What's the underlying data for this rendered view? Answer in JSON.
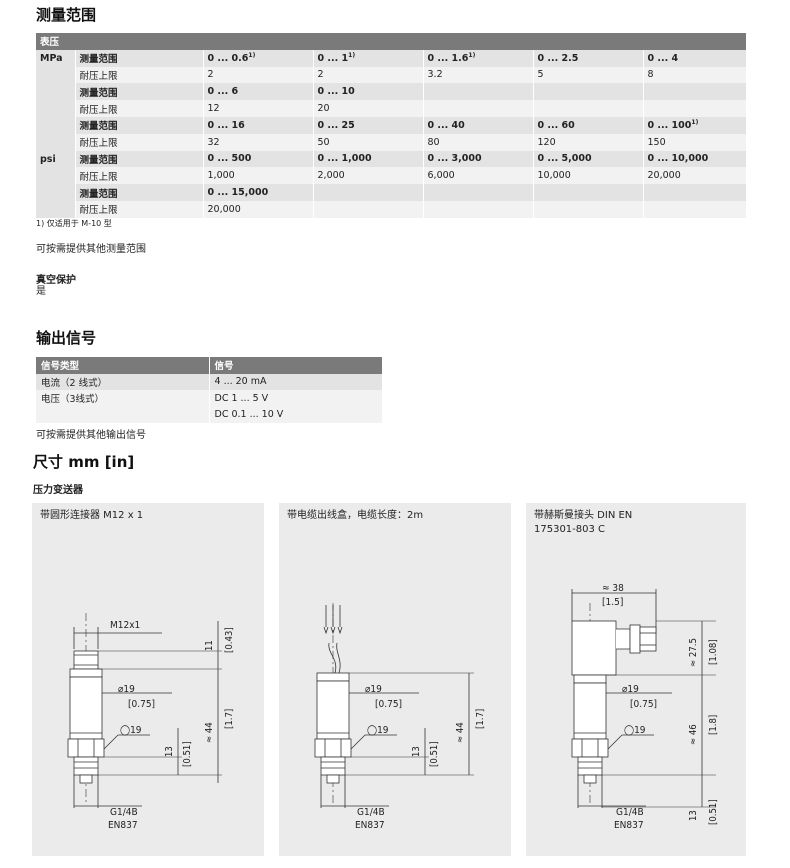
{
  "sections": {
    "range_title": "测量范围",
    "output_title": "输出信号",
    "dimensions_title": "尺寸 mm [in]",
    "transmitter_title": "压力变送器"
  },
  "pressure_table": {
    "header": "表压",
    "label_range": "测量范围",
    "label_overload": "耐压上限",
    "units": [
      "MPa",
      "psi"
    ],
    "rows": [
      {
        "type": "range",
        "unit": "MPa",
        "cells": [
          "0 ... 0.6",
          "0 ... 1",
          "0 ... 1.6",
          "0 ... 2.5",
          "0 ... 4"
        ],
        "sup": [
          "1)",
          "1)",
          "1)",
          "",
          ""
        ]
      },
      {
        "type": "overload",
        "cells": [
          "2",
          "2",
          "3.2",
          "5",
          "8"
        ]
      },
      {
        "type": "range",
        "cells": [
          "0 ... 6",
          "0 ... 10",
          "",
          "",
          ""
        ],
        "sup": [
          "",
          "",
          "",
          "",
          ""
        ]
      },
      {
        "type": "overload",
        "cells": [
          "12",
          "20",
          "",
          "",
          ""
        ]
      },
      {
        "type": "range",
        "cells": [
          "0 ... 16",
          "0 ... 25",
          "0 ... 40",
          "0 ... 60",
          "0 ... 100"
        ],
        "sup": [
          "",
          "",
          "",
          "",
          "1)"
        ]
      },
      {
        "type": "overload",
        "cells": [
          "32",
          "50",
          "80",
          "120",
          "150"
        ]
      },
      {
        "type": "range",
        "unit": "psi",
        "cells": [
          "0 ... 500",
          "0 ... 1,000",
          "0 ... 3,000",
          "0 ... 5,000",
          "0 ... 10,000"
        ],
        "sup": [
          "",
          "",
          "",
          "",
          ""
        ]
      },
      {
        "type": "overload",
        "cells": [
          "1,000",
          "2,000",
          "6,000",
          "10,000",
          "20,000"
        ]
      },
      {
        "type": "range",
        "cells": [
          "0 ... 15,000",
          "",
          "",
          "",
          ""
        ],
        "sup": [
          "",
          "",
          "",
          "",
          ""
        ]
      },
      {
        "type": "overload",
        "cells": [
          "20,000",
          "",
          "",
          "",
          ""
        ]
      }
    ],
    "footnote": "1) 仅适用于 M-10 型"
  },
  "notes": {
    "other_ranges": "可按需提供其他测量范围",
    "vacuum_title": "真空保护",
    "vacuum_value": "是",
    "other_outputs": "可按需提供其他输出信号"
  },
  "output_table": {
    "col1": "信号类型",
    "col2": "信号",
    "rows": [
      [
        "电流（2 线式）",
        "4 ... 20 mA"
      ],
      [
        "电压（3线式）",
        "DC 1 ... 5 V"
      ],
      [
        "",
        "DC 0.1 ... 10 V"
      ]
    ]
  },
  "drawings": [
    {
      "caption": "带圆形连接器 M12 x 1",
      "thread_label": "M12x1",
      "dia": "⌀19",
      "dia_in": "[0.75]",
      "wrench": "◯19",
      "h_top": "11",
      "h_top_in": "[0.43]",
      "h_total": "≈ 44",
      "h_total_in": "[1.7]",
      "h_low": "13",
      "h_low_in": "[0.51]",
      "thread": "G1/4B",
      "std": "EN837"
    },
    {
      "caption": "带电缆出线盒，电缆长度：2m",
      "dia": "⌀19",
      "dia_in": "[0.75]",
      "wrench": "◯19",
      "h_total": "≈ 44",
      "h_total_in": "[1.7]",
      "h_low": "13",
      "h_low_in": "[0.51]",
      "thread": "G1/4B",
      "std": "EN837"
    },
    {
      "caption_line1": "带赫斯曼接头 DIN EN",
      "caption_line2": "175301-803 C",
      "width": "≈ 38",
      "width_in": "[1.5]",
      "dia": "⌀19",
      "dia_in": "[0.75]",
      "wrench": "◯19",
      "h_top": "≈ 27.5",
      "h_top_in": "[1.08]",
      "h_mid": "≈ 46",
      "h_mid_in": "[1.8]",
      "h_low": "13",
      "h_low_in": "[0.51]",
      "thread": "G1/4B",
      "std": "EN837"
    }
  ]
}
